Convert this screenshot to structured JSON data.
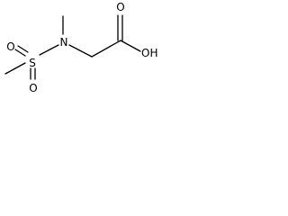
{
  "atoms": {
    "sulfur": "S",
    "nitrogen": "N",
    "sulfonyl_oxygen_left": "O",
    "sulfonyl_oxygen_bottom": "O",
    "carbonyl_oxygen": "O",
    "hydroxyl": "OH"
  },
  "colors": {
    "ink": "#000000",
    "background": "#ffffff"
  }
}
